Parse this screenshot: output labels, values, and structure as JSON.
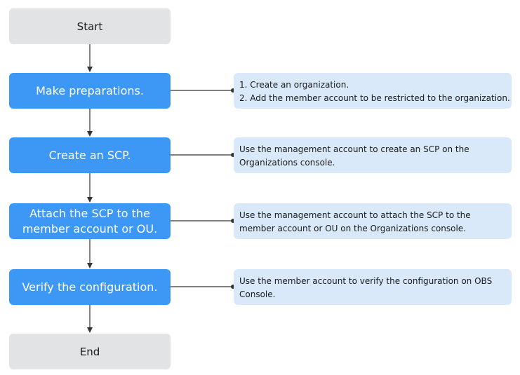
{
  "flow": {
    "start": "Start",
    "end": "End",
    "steps": [
      {
        "label": "Make preparations.",
        "note_lines": [
          "1. Create an organization.",
          "2. Add the member account to be restricted to the organization."
        ]
      },
      {
        "label": "Create an SCP.",
        "note_lines": [
          "Use the management account to create an SCP on the",
          "Organizations console."
        ]
      },
      {
        "label": "Attach the SCP to the\nmember account or OU.",
        "note_lines": [
          "Use the management account to attach the SCP to the",
          "member account or OU on the Organizations console."
        ]
      },
      {
        "label": "Verify the configuration.",
        "note_lines": [
          "Use the member account to verify the configuration on OBS",
          "Console."
        ]
      }
    ]
  },
  "colors": {
    "step_fill": "#3d97f5",
    "terminal_fill": "#e2e3e5",
    "note_fill": "#d9e9f9",
    "connector": "#333333"
  }
}
